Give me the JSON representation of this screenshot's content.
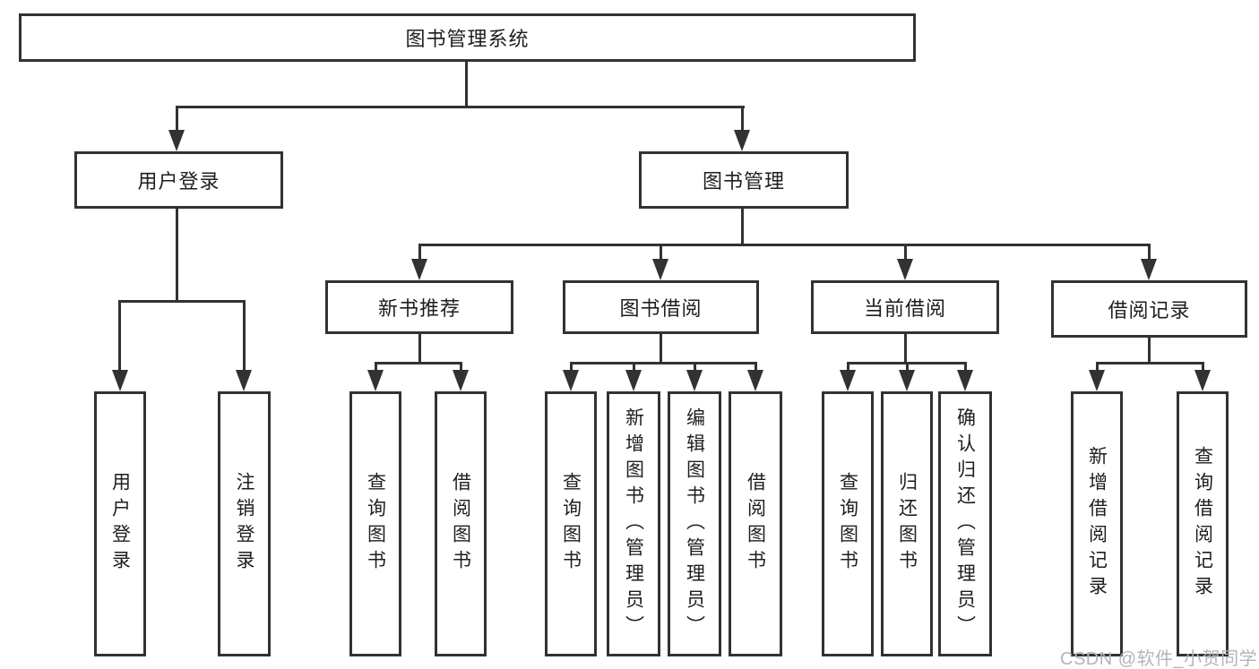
{
  "colors": {
    "line": "#323232",
    "text": "#1e1e1e",
    "watermark": "#b5b5b5",
    "box_fill": "#ffffff",
    "background": "#ffffff"
  },
  "tree": {
    "root": {
      "label": "图书管理系统"
    },
    "children": [
      {
        "label": "用户登录",
        "children": [
          {
            "label": "用户登录"
          },
          {
            "label": "注销登录"
          }
        ]
      },
      {
        "label": "图书管理",
        "children": [
          {
            "label": "新书推荐",
            "children": [
              {
                "label": "查询图书"
              },
              {
                "label": "借阅图书"
              }
            ]
          },
          {
            "label": "图书借阅",
            "children": [
              {
                "label": "查询图书"
              },
              {
                "label": "新增图书（管理员）"
              },
              {
                "label": "编辑图书（管理员）"
              },
              {
                "label": "借阅图书"
              }
            ]
          },
          {
            "label": "当前借阅",
            "children": [
              {
                "label": "查询图书"
              },
              {
                "label": "归还图书"
              },
              {
                "label": "确认归还（管理员）"
              }
            ]
          },
          {
            "label": "借阅记录",
            "children": [
              {
                "label": "新增借阅记录"
              },
              {
                "label": "查询借阅记录"
              }
            ]
          }
        ]
      }
    ]
  },
  "watermark": {
    "text": "CSDN @软件_小贺同学"
  }
}
